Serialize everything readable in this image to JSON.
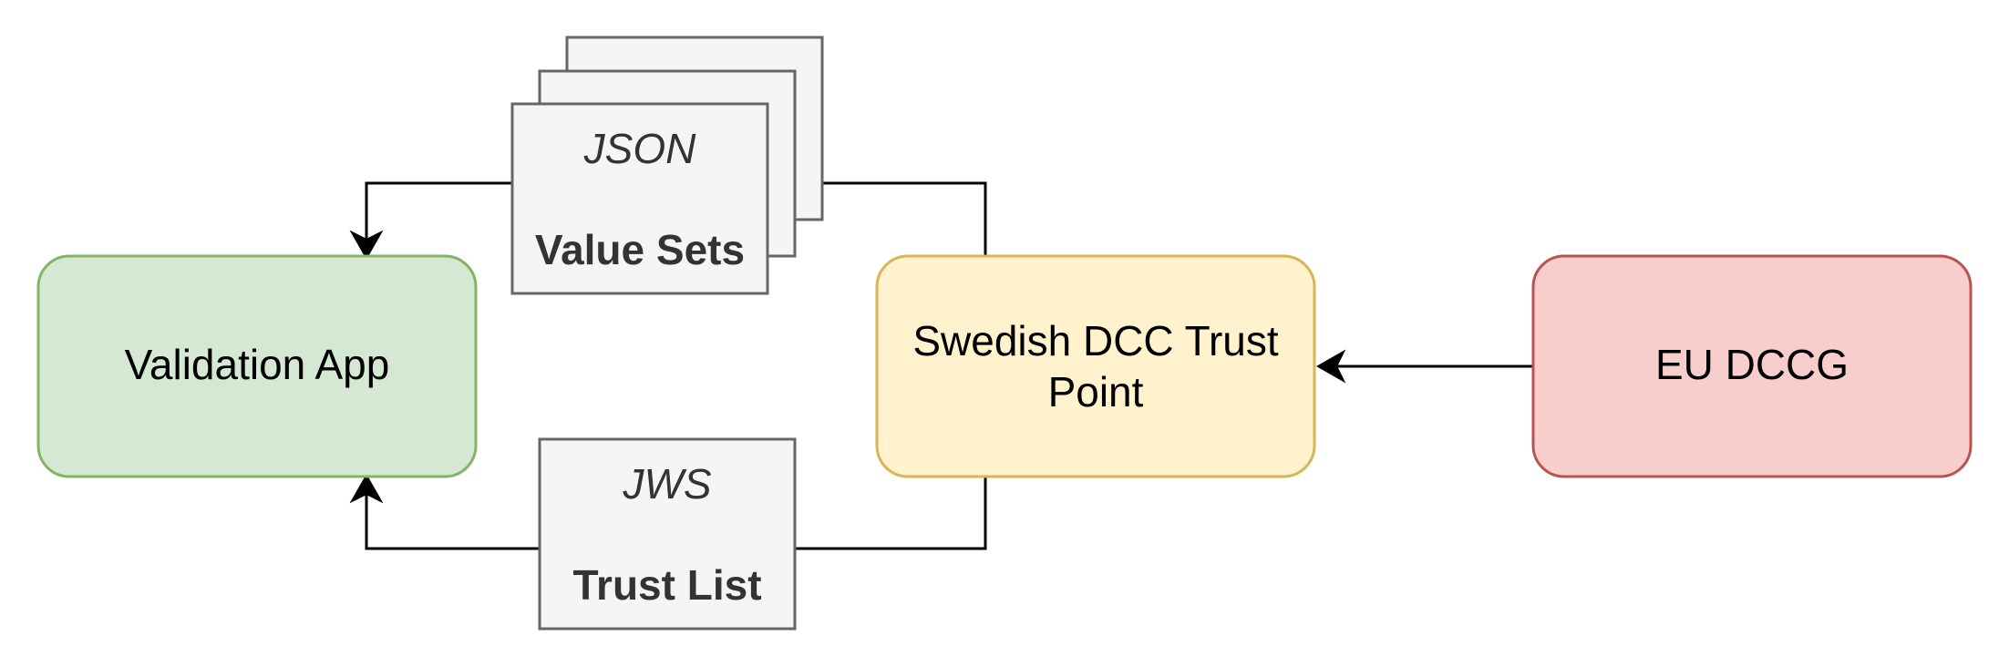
{
  "nodes": {
    "validation_app": {
      "label": "Validation App",
      "fill": "#d5e8d4",
      "stroke": "#82b366"
    },
    "trust_point": {
      "label_line1": "Swedish DCC Trust",
      "label_line2": "Point",
      "fill": "#fff2cc",
      "stroke": "#d6b656"
    },
    "eu_dccg": {
      "label": "EU DCCG",
      "fill": "#f8cecc",
      "stroke": "#b85450"
    }
  },
  "documents": {
    "value_sets": {
      "format": "JSON",
      "title": "Value Sets",
      "fill": "#f5f5f5",
      "stroke": "#666666"
    },
    "trust_list": {
      "format": "JWS",
      "title": "Trust List",
      "fill": "#f5f5f5",
      "stroke": "#666666"
    }
  },
  "edges": [
    {
      "from": "eu_dccg",
      "to": "trust_point"
    },
    {
      "from": "trust_point",
      "to": "validation_app",
      "via": "value_sets"
    },
    {
      "from": "trust_point",
      "to": "validation_app",
      "via": "trust_list"
    }
  ]
}
